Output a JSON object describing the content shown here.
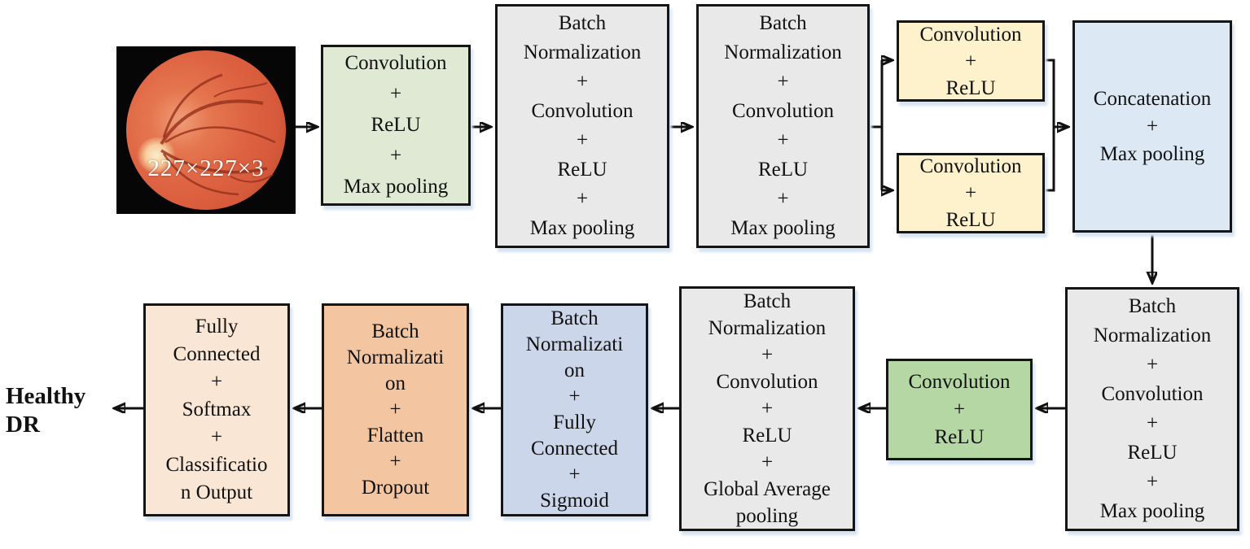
{
  "figure": {
    "description": "CNN architecture flow diagram for diabetic retinopathy classification",
    "input": {
      "image_name": "fundus-retina-image",
      "size_label": "227×227×3"
    },
    "output": {
      "label": "Healthy\nDR"
    },
    "nodes": [
      {
        "id": "conv-relu-maxpool",
        "text": "Convolution\n+\nReLU\n+\nMax pooling",
        "color": "#dfe9d3"
      },
      {
        "id": "bn-conv-relu-maxpool-1",
        "text": "Batch\nNormalization\n+\nConvolution\n+\nReLU\n+\nMax pooling",
        "color": "#e9e9e9"
      },
      {
        "id": "bn-conv-relu-maxpool-2",
        "text": "Batch\nNormalization\n+\nConvolution\n+\nReLU\n+\nMax pooling",
        "color": "#e9e9e9"
      },
      {
        "id": "conv-relu-branch-top",
        "text": "Convolution\n+\nReLU",
        "color": "#fdf2cc"
      },
      {
        "id": "conv-relu-branch-bottom",
        "text": "Convolution\n+\nReLU",
        "color": "#fdf2cc"
      },
      {
        "id": "concatenation-maxpool",
        "text": "Concatenation\n+\nMax pooling",
        "color": "#dce9f5"
      },
      {
        "id": "bn-conv-relu-maxpool-3",
        "text": "Batch\nNormalization\n+\nConvolution\n+\nReLU\n+\nMax pooling",
        "color": "#e9e9e9"
      },
      {
        "id": "conv-relu-2",
        "text": "Convolution\n+\nReLU",
        "color": "#b5d7a4"
      },
      {
        "id": "bn-conv-relu-gap",
        "text": "Batch\nNormalization\n+\nConvolution\n+\nReLU\n+\nGlobal Average\npooling",
        "color": "#e9e9e9"
      },
      {
        "id": "bn-fc-sigmoid",
        "text": "Batch\nNormalizati\non\n+\nFully\nConnected\n+\nSigmoid",
        "color": "#ccd6eb"
      },
      {
        "id": "bn-flatten-dropout",
        "text": "Batch\nNormalizati\non\n+\nFlatten\n+\nDropout",
        "color": "#f3c5a0"
      },
      {
        "id": "fc-softmax-classification",
        "text": "Fully\nConnected\n+\nSoftmax\n+\nClassificatio\nn Output",
        "color": "#f9e6d4"
      }
    ],
    "palette": {
      "box_border": "#151515",
      "arrow": "#111111",
      "shadow": "#d6e3f3",
      "pale_green": "#dfe9d3",
      "gray": "#e9e9e9",
      "yellow": "#fdf2cc",
      "light_blue": "#dce9f5",
      "green": "#b5d7a4",
      "lavender_blue": "#ccd6eb",
      "orange": "#f3c5a0",
      "peach": "#f9e6d4"
    }
  }
}
